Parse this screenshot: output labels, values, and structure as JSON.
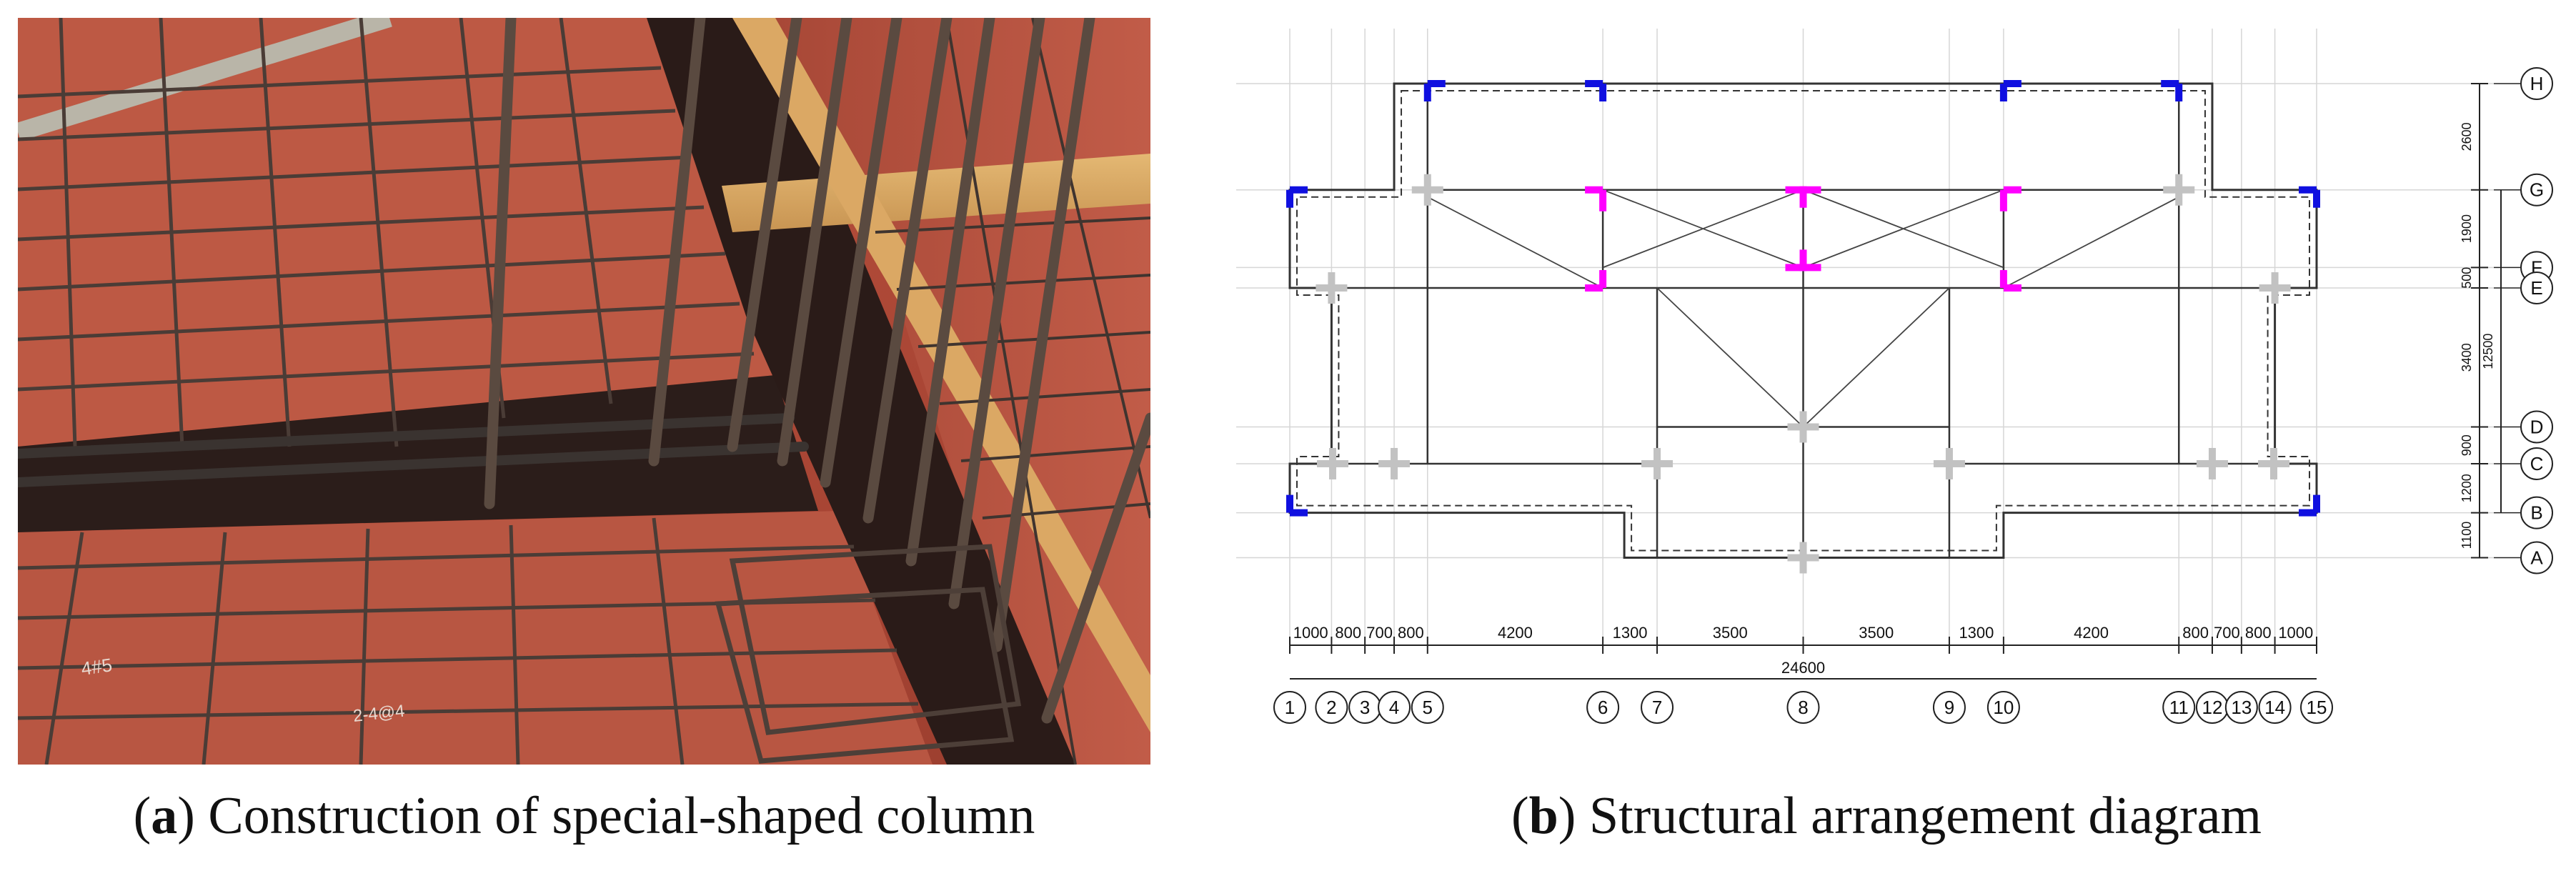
{
  "captions": {
    "a_letter": "a",
    "a_text": "Construction of special-shaped column",
    "b_letter": "b",
    "b_text": "Structural arrangement diagram"
  },
  "photo": {
    "handwritten_marks": [
      "4#5",
      "2-4@4"
    ]
  },
  "plan": {
    "bottom_dims": [
      "1000",
      "800",
      "700",
      "800",
      "4200",
      "1300",
      "3500",
      "3500",
      "1300",
      "4200",
      "800",
      "700",
      "800",
      "1000"
    ],
    "total_width": "24600",
    "axis_numbers": [
      "1",
      "2",
      "3",
      "4",
      "5",
      "6",
      "7",
      "8",
      "9",
      "10",
      "11",
      "12",
      "13",
      "14",
      "15"
    ],
    "right_dims": [
      "2600",
      "1900",
      "500",
      "3400",
      "900",
      "1200",
      "1100"
    ],
    "total_depth": "12500",
    "axis_letters": [
      "H",
      "G",
      "F",
      "E",
      "D",
      "C",
      "B",
      "A"
    ],
    "colors": {
      "corner_column": "#1010e0",
      "special_column": "#ff00ff",
      "grey_column": "#c2c2c2",
      "wall_line": "#333333",
      "grid_line": "#d6d6d6"
    }
  }
}
